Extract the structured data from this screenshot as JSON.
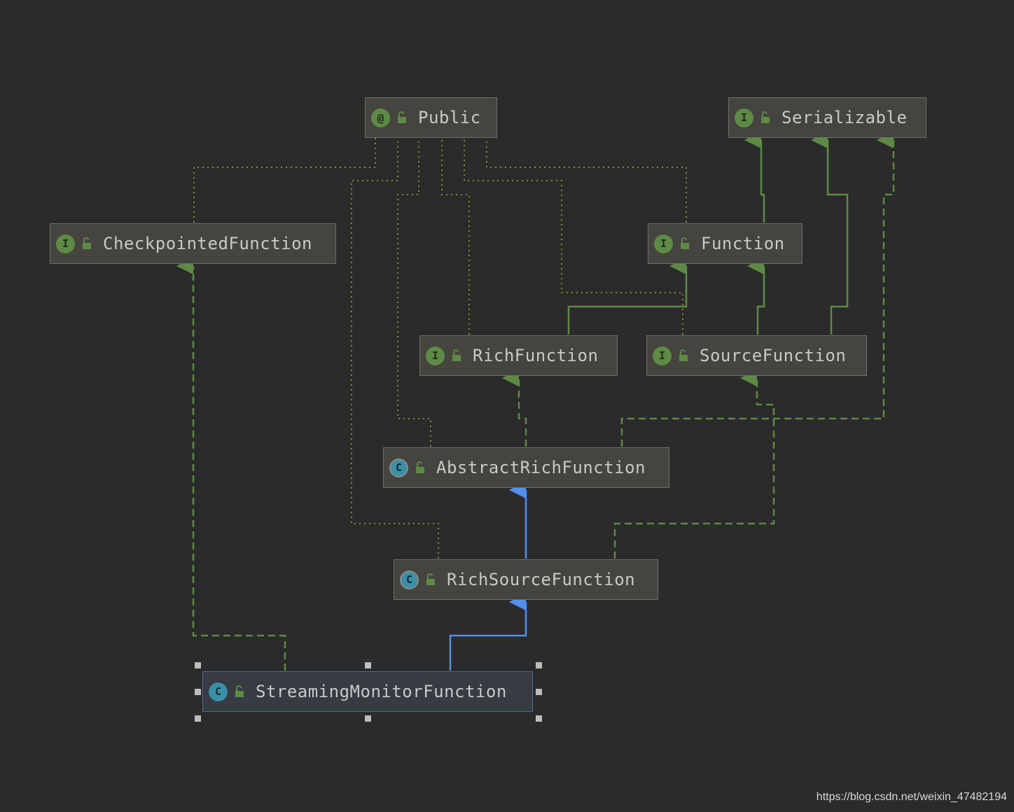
{
  "nodes": {
    "public": {
      "label": "Public",
      "kind": "annotation",
      "badge": "@"
    },
    "serializable": {
      "label": "Serializable",
      "kind": "interface",
      "badge": "I"
    },
    "checkpointed_function": {
      "label": "CheckpointedFunction",
      "kind": "interface",
      "badge": "I"
    },
    "function": {
      "label": "Function",
      "kind": "interface",
      "badge": "I"
    },
    "rich_function": {
      "label": "RichFunction",
      "kind": "interface",
      "badge": "I"
    },
    "source_function": {
      "label": "SourceFunction",
      "kind": "interface",
      "badge": "I"
    },
    "abstract_rich_function": {
      "label": "AbstractRichFunction",
      "kind": "abstract-class",
      "badge": "C"
    },
    "rich_source_function": {
      "label": "RichSourceFunction",
      "kind": "abstract-class",
      "badge": "C"
    },
    "streaming_monitor_function": {
      "label": "StreamingMonitorFunction",
      "kind": "class",
      "badge": "C",
      "selected": true
    }
  },
  "icons": {
    "interface_badge": "interface-icon",
    "annotation_badge": "annotation-icon",
    "class_badge": "class-icon",
    "abstract_badge": "abstract-class-icon",
    "visibility": "unlocked-padlock-icon"
  },
  "colors": {
    "background": "#2b2b2b",
    "node_fill": "#45443f",
    "node_border": "#6f6f6a",
    "selected_border": "#4d6e98",
    "implements_edge": "#5d8a45",
    "extends_edge": "#5390f0",
    "annotation_edge": "#8a8a2a"
  },
  "watermark": "https://blog.csdn.net/weixin_47482194"
}
